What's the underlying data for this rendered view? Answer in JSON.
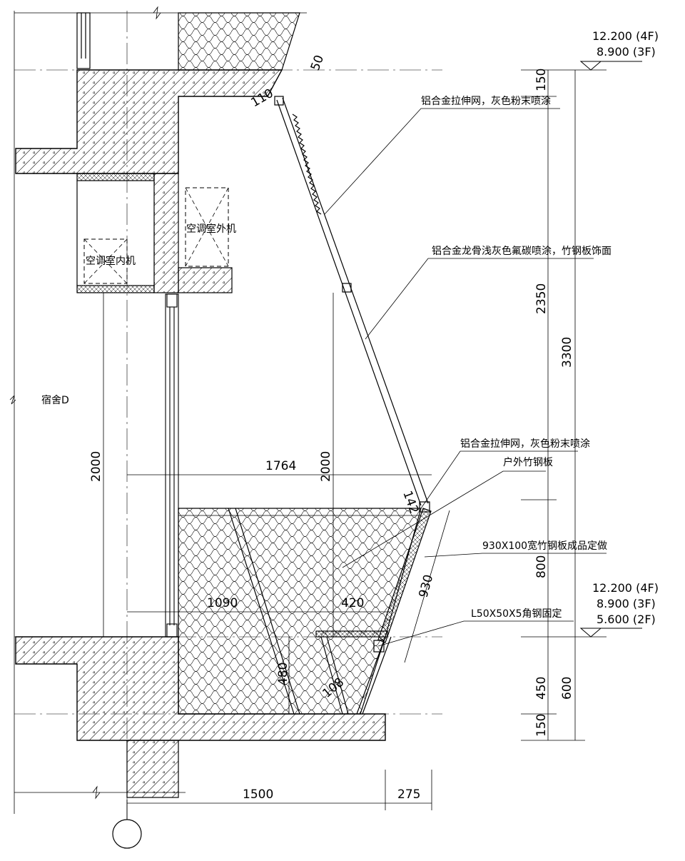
{
  "room_label": "宿舍D",
  "ac_indoor_label": "空调室内机",
  "ac_outdoor_label": "空调室外机",
  "level_labels": {
    "top": [
      "12.200 (4F)",
      "8.900 (3F)"
    ],
    "mid": [
      "12.200 (4F)",
      "8.900 (3F)",
      "5.600 (2F)"
    ]
  },
  "annotations": {
    "mesh_upper": "铝合金拉伸网，灰色粉末喷涂",
    "frame": "铝合金龙骨浅灰色氟碳喷涂，竹钢板饰面",
    "mesh_lower": "铝合金拉伸网，灰色粉末喷涂",
    "bamboo_board": "户外竹钢板",
    "board_spec": "930X100宽竹钢板成品定做",
    "angle_steel": "L50X50X5角钢固定"
  },
  "dimensions": {
    "d_50": "50",
    "d_110": "110",
    "d_150_top": "150",
    "d_2350": "2350",
    "d_3300": "3300",
    "d_800": "800",
    "d_450": "450",
    "d_600": "600",
    "d_150_bottom": "150",
    "d_2000_left": "2000",
    "d_2000_mid": "2000",
    "d_1764": "1764",
    "d_1090": "1090",
    "d_420": "420",
    "d_142": "142",
    "d_930": "930",
    "d_480": "480",
    "d_108": "108",
    "d_1500": "1500",
    "d_275": "275"
  }
}
